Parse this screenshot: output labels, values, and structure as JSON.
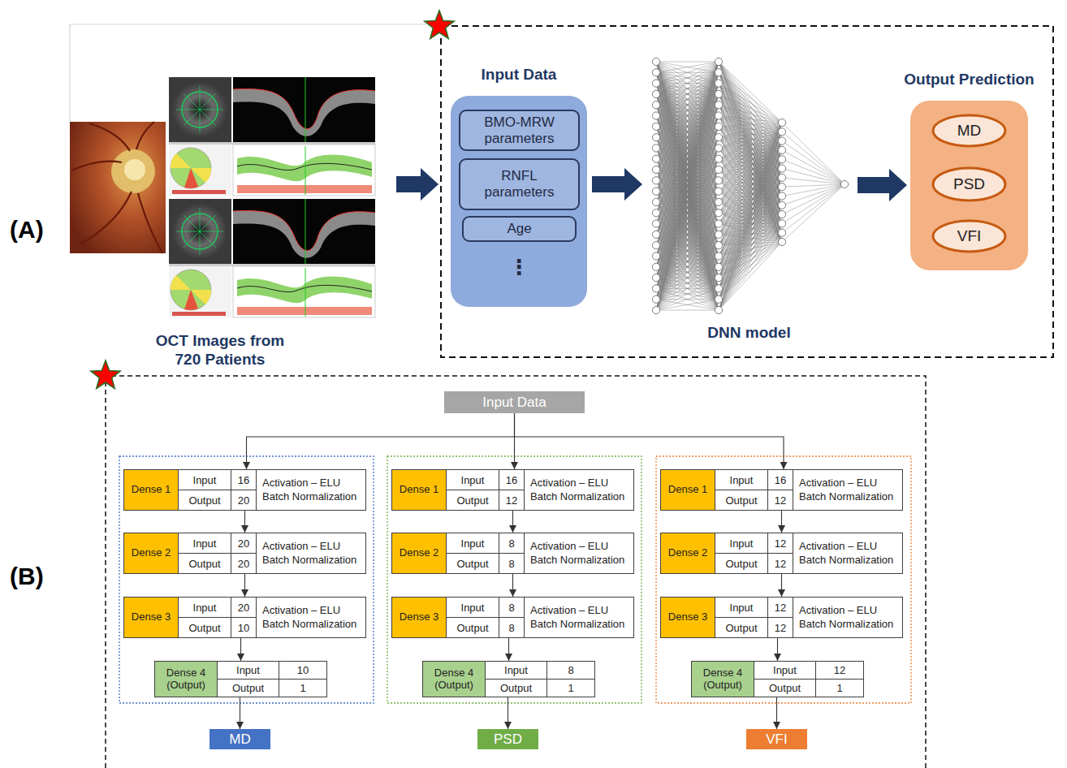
{
  "diagram": {
    "nodes": [
      {
        "text": [
          "Input Data",
          "⋮"
        ]
      },
      {
        "text": [
          "BMO-MRW parameters"
        ],
        "in": 0
      },
      {
        "text": [
          "RNFL parameters"
        ],
        "in": 0
      },
      {
        "text": [
          "Age"
        ],
        "in": 0
      },
      {
        "text": [
          "DNN model"
        ]
      },
      {
        "text": [
          "Output Prediction"
        ]
      },
      {
        "text": [
          "MD"
        ],
        "in": 5
      },
      {
        "text": [
          "PSD"
        ],
        "in": 5
      },
      {
        "text": [
          "VFI"
        ],
        "in": 5
      },
      {
        "text": [
          "Input Data"
        ]
      },
      {
        "text": [
          "Dense 1",
          "Input",
          "16",
          "Output",
          "20",
          "Activation – ELU Batch Normalization"
        ]
      },
      {
        "text": [
          "Dense 2",
          "Input",
          "20",
          "Output",
          "20",
          "Activation – ELU Batch Normalization"
        ]
      },
      {
        "text": [
          "Dense 3",
          "Input",
          "20",
          "Output",
          "10",
          "Activation – ELU Batch Normalization"
        ]
      },
      {
        "text": [
          "Dense 4 (Output)",
          "Input",
          "10",
          "Output",
          "1"
        ]
      },
      {
        "text": [
          "Dense 1",
          "Input",
          "16",
          "Output",
          "12",
          "Activation – ELU Batch Normalization"
        ]
      },
      {
        "text": [
          "Dense 2",
          "Input",
          "8",
          "Output",
          "8",
          "Activation – ELU Batch Normalization"
        ]
      },
      {
        "text": [
          "Dense 3",
          "Input",
          "8",
          "Output",
          "8",
          "Activation – ELU Batch Normalization"
        ]
      },
      {
        "text": [
          "Dense 4 (Output)",
          "Input",
          "8",
          "Output",
          "1"
        ]
      },
      {
        "text": [
          "Dense 1",
          "Input",
          "16",
          "Output",
          "12",
          "Activation – ELU Batch Normalization"
        ]
      },
      {
        "text": [
          "Dense 2",
          "Input",
          "12",
          "Output",
          "12",
          "Activation – ELU Batch Normalization"
        ]
      },
      {
        "text": [
          "Dense 3",
          "Input",
          "12",
          "Output",
          "12",
          "Activation – ELU Batch Normalization"
        ]
      },
      {
        "text": [
          "Dense 4 (Output)",
          "Input",
          "12",
          "Output",
          "1"
        ]
      },
      {
        "text": [
          "MD"
        ]
      },
      {
        "text": [
          "PSD"
        ]
      },
      {
        "text": [
          "VFI"
        ]
      }
    ],
    "edges": [
      {
        "from": 0,
        "to": 4,
        "arrow": "to"
      },
      {
        "from": 4,
        "to": 5,
        "arrow": "to"
      },
      {
        "from": 9,
        "to": 10,
        "arrow": "to"
      },
      {
        "from": 9,
        "to": 14,
        "arrow": "to"
      },
      {
        "from": 9,
        "to": 18,
        "arrow": "to"
      },
      {
        "from": 10,
        "to": 11,
        "arrow": "to"
      },
      {
        "from": 11,
        "to": 12,
        "arrow": "to"
      },
      {
        "from": 12,
        "to": 13,
        "arrow": "to"
      },
      {
        "from": 13,
        "to": 22,
        "arrow": "to"
      },
      {
        "from": 14,
        "to": 15,
        "arrow": "to"
      },
      {
        "from": 15,
        "to": 16,
        "arrow": "to"
      },
      {
        "from": 16,
        "to": 17,
        "arrow": "to"
      },
      {
        "from": 17,
        "to": 23,
        "arrow": "to"
      },
      {
        "from": 18,
        "to": 19,
        "arrow": "to"
      },
      {
        "from": 19,
        "to": 20,
        "arrow": "to"
      },
      {
        "from": 20,
        "to": 21,
        "arrow": "to"
      },
      {
        "from": 21,
        "to": 24,
        "arrow": "to"
      }
    ],
    "labels": [
      "(A)",
      "OCT Images from 720 Patients",
      "(B)"
    ]
  }
}
